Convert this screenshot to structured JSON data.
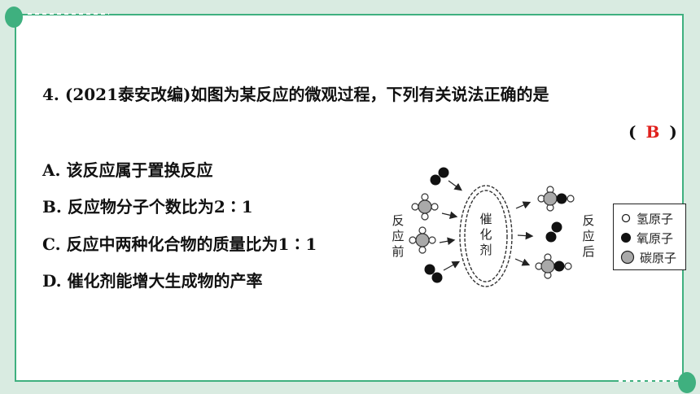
{
  "question": {
    "number": "4.",
    "source": "(2021泰安改编)",
    "text": "如图为某反应的微观过程，下列有关说法正确的是"
  },
  "answer": {
    "open": "(",
    "letter": "B",
    "close": ")",
    "color": "#e0201c"
  },
  "options": [
    {
      "label": "A.",
      "text": "该反应属于置换反应"
    },
    {
      "label": "B.",
      "text": "反应物分子个数比为2∶1"
    },
    {
      "label": "C.",
      "text": "反应中两种化合物的质量比为1∶1"
    },
    {
      "label": "D.",
      "text": "催化剂能增大生成物的产率"
    }
  ],
  "diagram": {
    "before_label": [
      "反",
      "应",
      "前"
    ],
    "catalyst_label": [
      "催",
      "化",
      "剂"
    ],
    "after_label": [
      "反",
      "应",
      "后"
    ],
    "legend": [
      {
        "symbol": "hydrogen-atom",
        "text": "氢原子",
        "fill": "#ffffff"
      },
      {
        "symbol": "oxygen-atom",
        "text": "氧原子",
        "fill": "#111111"
      },
      {
        "symbol": "carbon-atom",
        "text": "碳原子",
        "fill": "#a9a9a9"
      }
    ]
  },
  "colors": {
    "frame": "#3fb07f",
    "background": "#d9ebe1"
  }
}
